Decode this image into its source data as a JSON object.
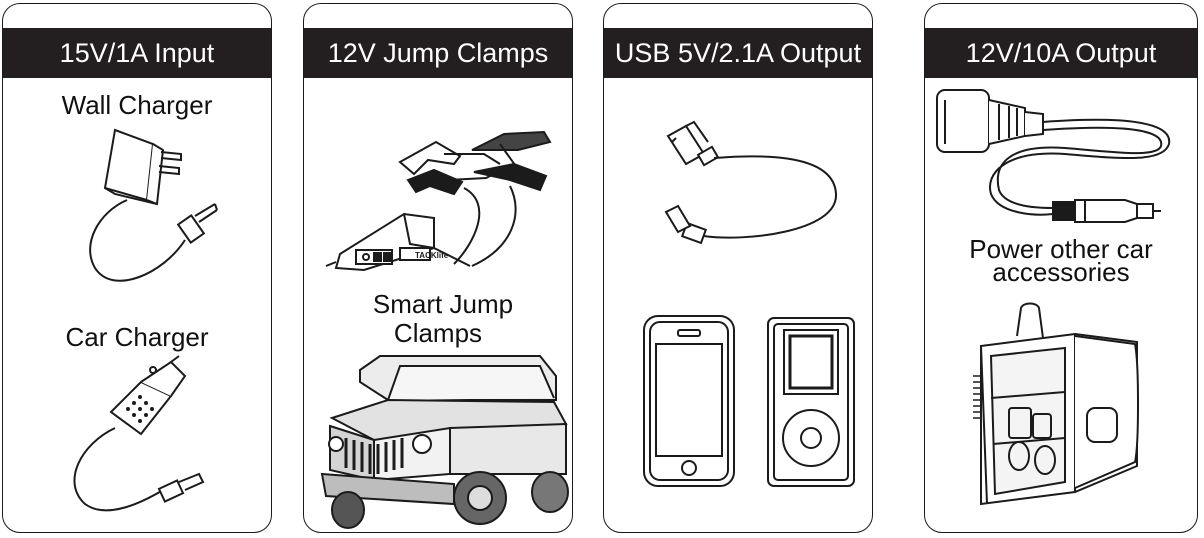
{
  "panels": [
    {
      "header": "15V/1A Input",
      "captions": [
        "Wall Charger",
        "Car Charger"
      ]
    },
    {
      "header": "12V Jump Clamps",
      "captions": [
        "Smart Jump",
        "Clamps"
      ],
      "device_logo": "TACKlife"
    },
    {
      "header": "USB 5V/2.1A Output",
      "captions": []
    },
    {
      "header": "12V/10A Output",
      "captions": [
        "Power other car",
        "accessories"
      ]
    }
  ],
  "icons": [
    "wall-charger-icon",
    "car-charger-icon",
    "jump-clamps-icon",
    "car-icon",
    "usb-cable-icon",
    "smartphone-icon",
    "music-player-icon",
    "cigarette-socket-cable-icon",
    "mini-fridge-icon"
  ],
  "colors": {
    "header_bg": "#231f20",
    "header_text": "#ffffff",
    "line": "#1b1b1b"
  }
}
